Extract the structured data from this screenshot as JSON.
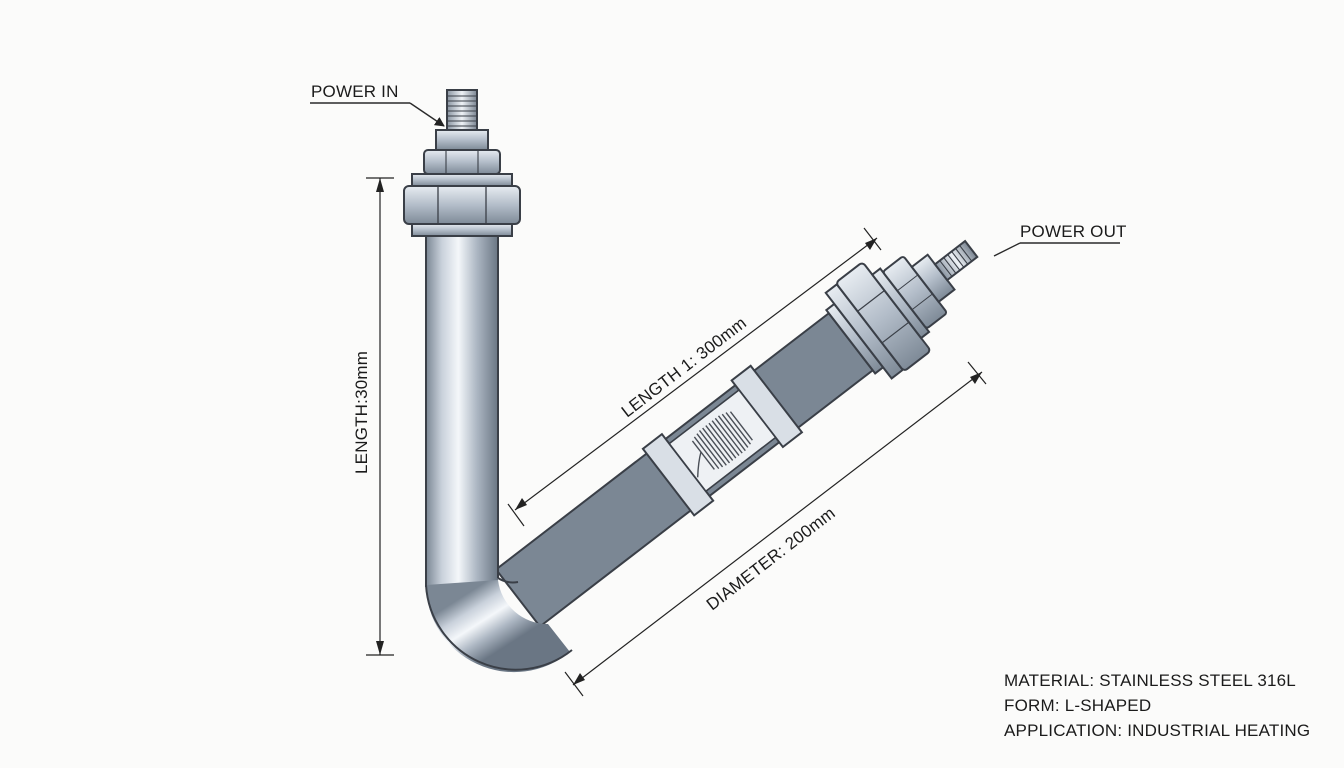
{
  "labels": {
    "power_in": "POWER IN",
    "power_out": "POWER OUT",
    "length_vertical": "LENGTH:30mm",
    "length_1": "LENGTH 1: 300mm",
    "diameter": "DIAMETER: 200mm"
  },
  "specs": {
    "material": "MATERIAL: STAINLESS STEEL 316L",
    "form": "FORM: L-SHAPED",
    "application": "APPLICATION: INDUSTRIAL HEATING"
  },
  "colors": {
    "background": "#fbfbfa",
    "metal_light": "#f2f5f9",
    "metal_mid": "#b9c3cf",
    "metal_dark": "#6e7a88",
    "outline": "#3a3f47",
    "dimension_line": "#222222"
  }
}
